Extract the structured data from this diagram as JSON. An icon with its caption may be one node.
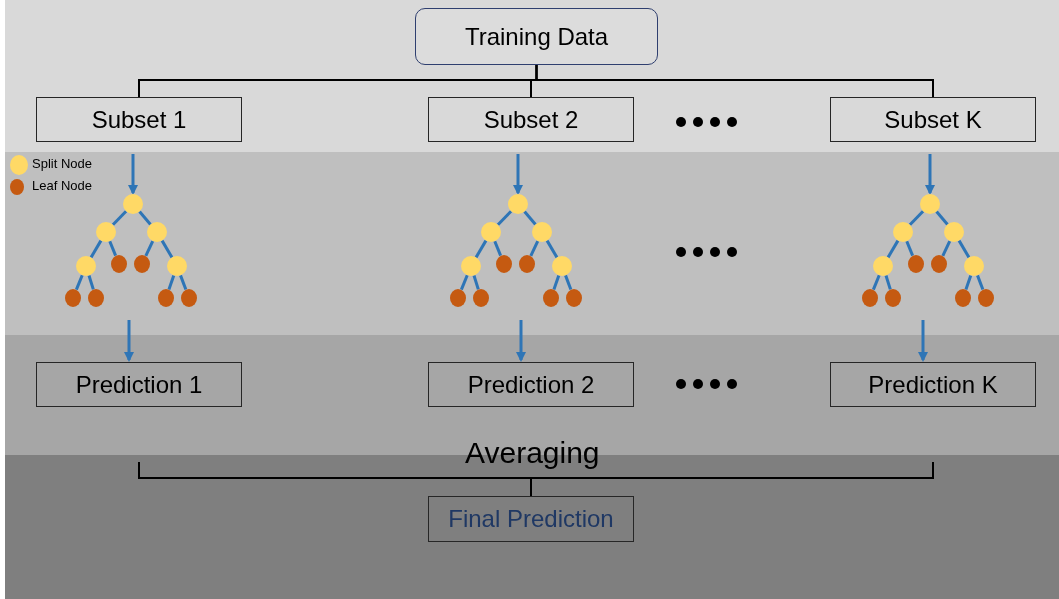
{
  "diagram": {
    "nodes": [
      {
        "text": [
          "Training Data"
        ]
      },
      {
        "text": [
          "Subset 1"
        ]
      },
      {
        "text": [
          "Subset 2"
        ]
      },
      {
        "text": [
          "Subset K"
        ]
      },
      {
        "text": [],
        "shape": "circle"
      },
      {
        "text": [],
        "shape": "circle"
      },
      {
        "text": [],
        "shape": "circle"
      },
      {
        "text": [],
        "shape": "circle"
      },
      {
        "text": [],
        "shape": "circle"
      },
      {
        "text": [],
        "shape": "circle"
      },
      {
        "text": [],
        "shape": "circle"
      },
      {
        "text": [],
        "shape": "circle"
      },
      {
        "text": [],
        "shape": "circle"
      },
      {
        "text": [],
        "shape": "circle"
      },
      {
        "text": [],
        "shape": "circle"
      },
      {
        "text": [],
        "shape": "circle"
      },
      {
        "text": [],
        "shape": "circle"
      },
      {
        "text": [],
        "shape": "circle"
      },
      {
        "text": [],
        "shape": "circle"
      },
      {
        "text": [],
        "shape": "circle"
      },
      {
        "text": [],
        "shape": "circle"
      },
      {
        "text": [],
        "shape": "circle"
      },
      {
        "text": [],
        "shape": "circle"
      },
      {
        "text": [],
        "shape": "circle"
      },
      {
        "text": [],
        "shape": "circle"
      },
      {
        "text": [],
        "shape": "circle"
      },
      {
        "text": [],
        "shape": "circle"
      },
      {
        "text": [],
        "shape": "circle"
      },
      {
        "text": [],
        "shape": "circle"
      },
      {
        "text": [],
        "shape": "circle"
      },
      {
        "text": [],
        "shape": "circle"
      },
      {
        "text": [],
        "shape": "circle"
      },
      {
        "text": [],
        "shape": "circle"
      },
      {
        "text": [],
        "shape": "circle"
      },
      {
        "text": [],
        "shape": "circle"
      },
      {
        "text": [],
        "shape": "circle"
      },
      {
        "text": [],
        "shape": "circle"
      },
      {
        "text": [
          "Prediction 1"
        ]
      },
      {
        "text": [
          "Prediction 2"
        ]
      },
      {
        "text": [
          "Prediction K"
        ]
      },
      {
        "text": [
          "Final Prediction"
        ]
      }
    ],
    "edges": [
      {
        "from": 0,
        "to": 1,
        "arrow": "none",
        "color": "#000000"
      },
      {
        "from": 0,
        "to": 2,
        "arrow": "none",
        "color": "#000000"
      },
      {
        "from": 0,
        "to": 3,
        "arrow": "none",
        "color": "#000000"
      },
      {
        "from": 1,
        "to": 4,
        "arrow": "to"
      },
      {
        "from": 4,
        "to": 5,
        "arrow": "none"
      },
      {
        "from": 4,
        "to": 6,
        "arrow": "none"
      },
      {
        "from": 5,
        "to": 7,
        "arrow": "none"
      },
      {
        "from": 5,
        "to": 8,
        "arrow": "none"
      },
      {
        "from": 6,
        "to": 9,
        "arrow": "none"
      },
      {
        "from": 6,
        "to": 10,
        "arrow": "none"
      },
      {
        "from": 7,
        "to": 11,
        "arrow": "none"
      },
      {
        "from": 7,
        "to": 12,
        "arrow": "none"
      },
      {
        "from": 10,
        "to": 13,
        "arrow": "none"
      },
      {
        "from": 10,
        "to": 14,
        "arrow": "none"
      },
      {
        "from": 2,
        "to": 15,
        "arrow": "to"
      },
      {
        "from": 15,
        "to": 16,
        "arrow": "none"
      },
      {
        "from": 15,
        "to": 17,
        "arrow": "none"
      },
      {
        "from": 16,
        "to": 18,
        "arrow": "none"
      },
      {
        "from": 16,
        "to": 19,
        "arrow": "none"
      },
      {
        "from": 17,
        "to": 20,
        "arrow": "none"
      },
      {
        "from": 17,
        "to": 21,
        "arrow": "none"
      },
      {
        "from": 18,
        "to": 22,
        "arrow": "none"
      },
      {
        "from": 18,
        "to": 23,
        "arrow": "none"
      },
      {
        "from": 21,
        "to": 24,
        "arrow": "none"
      },
      {
        "from": 21,
        "to": 25,
        "arrow": "none"
      },
      {
        "from": 3,
        "to": 26,
        "arrow": "to"
      },
      {
        "from": 26,
        "to": 27,
        "arrow": "none"
      },
      {
        "from": 26,
        "to": 28,
        "arrow": "none"
      },
      {
        "from": 27,
        "to": 29,
        "arrow": "none"
      },
      {
        "from": 27,
        "to": 30,
        "arrow": "none"
      },
      {
        "from": 28,
        "to": 31,
        "arrow": "none"
      },
      {
        "from": 28,
        "to": 32,
        "arrow": "none"
      },
      {
        "from": 29,
        "to": 33,
        "arrow": "none"
      },
      {
        "from": 29,
        "to": 34,
        "arrow": "none"
      },
      {
        "from": 32,
        "to": 35,
        "arrow": "none"
      },
      {
        "from": 32,
        "to": 36,
        "arrow": "none"
      },
      {
        "from": null,
        "to": 37,
        "arrow": "to"
      },
      {
        "from": null,
        "to": 38,
        "arrow": "to"
      },
      {
        "from": null,
        "to": 39,
        "arrow": "to"
      },
      {
        "from": 37,
        "to": 40,
        "arrow": "none",
        "color": "#000000"
      },
      {
        "from": 39,
        "to": 40,
        "arrow": "none",
        "color": "#000000"
      }
    ],
    "labels": [
      "Averaging"
    ],
    "legend": [
      {
        "text": "Split Node",
        "color": "#ffd966"
      },
      {
        "text": "Leaf Node",
        "color": "#c55a11"
      }
    ]
  }
}
